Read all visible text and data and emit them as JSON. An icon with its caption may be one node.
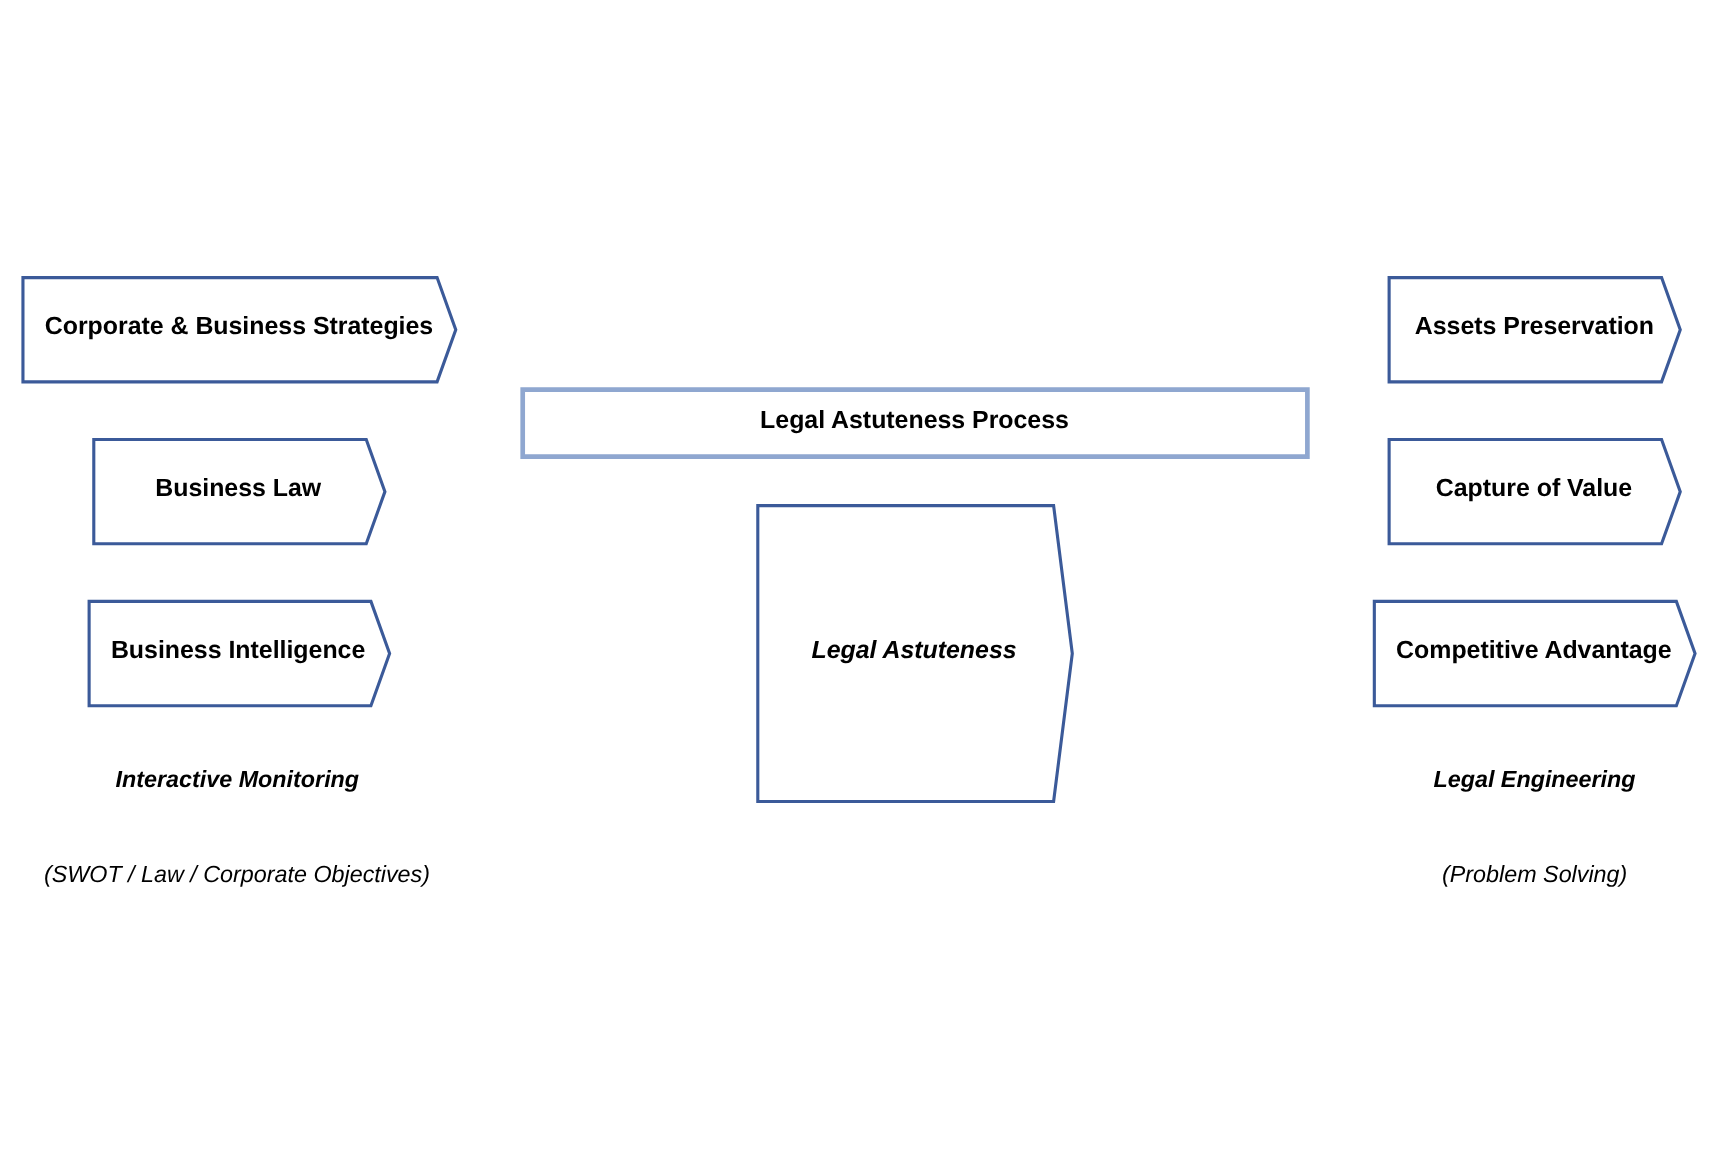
{
  "diagram": {
    "nodes": [
      {
        "text": [
          "Legal Astuteness Process"
        ]
      },
      {
        "text": [
          "Corporate & Business Strategies"
        ]
      },
      {
        "text": [
          "Business Law"
        ]
      },
      {
        "text": [
          "Business Intelligence"
        ]
      },
      {
        "text": [
          "Legal Astuteness"
        ]
      },
      {
        "text": [
          "Assets Preservation"
        ]
      },
      {
        "text": [
          "Capture of Value"
        ]
      },
      {
        "text": [
          "Competitive Advantage"
        ]
      }
    ],
    "edges": [],
    "labels": [
      "Interactive Monitoring",
      "(SWOT / Law / Corporate Objectives)",
      "Legal Engineering",
      "(Problem Solving)"
    ]
  }
}
